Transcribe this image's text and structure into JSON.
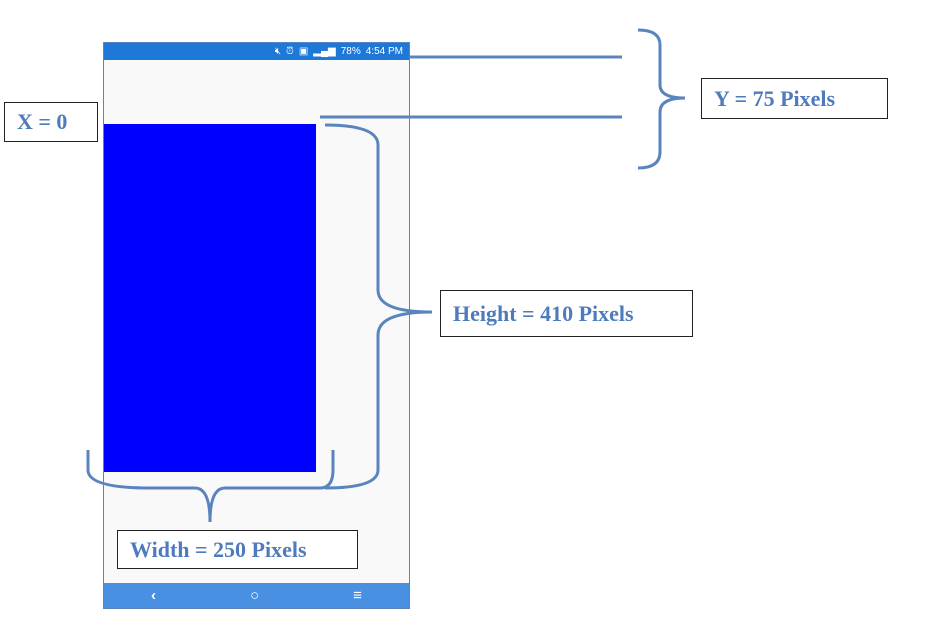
{
  "phone": {
    "status_bar": {
      "icons": [
        "mute-icon",
        "alarm-icon",
        "sim-2-icon",
        "signal-icon"
      ],
      "battery": "78%",
      "time": "4:54 PM"
    },
    "nav_bar": {
      "back": "‹",
      "home": "○",
      "menu": "≡"
    },
    "colors": {
      "status": "#1e78d8",
      "nav": "#4a90e2",
      "rect": "#0000ff"
    }
  },
  "annotations": {
    "x": "X = 0",
    "y": "Y = 75 Pixels",
    "height": "Height = 410 Pixels",
    "width": "Width = 250 Pixels"
  }
}
